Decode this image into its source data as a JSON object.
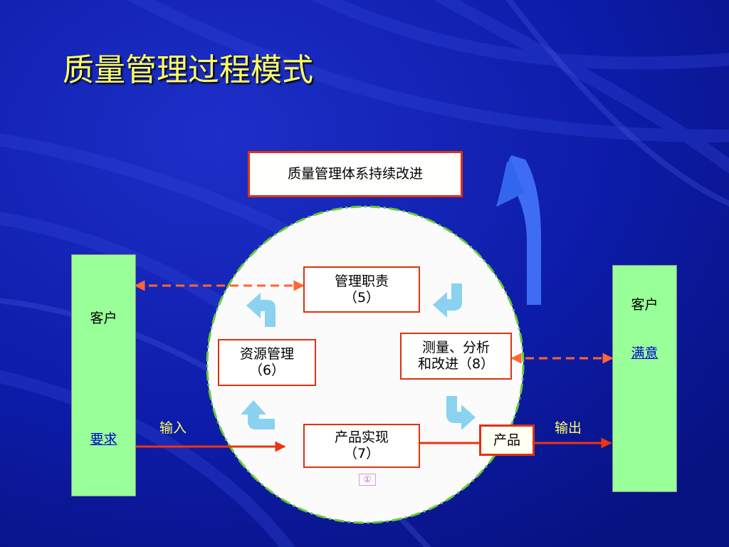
{
  "slide": {
    "title": "质量管理过程模式"
  },
  "diagram": {
    "top_box": "质量管理体系持续改进",
    "processes": {
      "management": {
        "line1": "管理职责",
        "line2": "（5）"
      },
      "resources": {
        "line1": "资源管理",
        "line2": "（6）"
      },
      "measurement": {
        "line1": "测量、分析",
        "line2": "和改进（8）"
      },
      "realization": {
        "line1": "产品实现",
        "line2": "（7）"
      }
    },
    "product": "产品",
    "left_customer": {
      "label": "客户",
      "requirement": "要求"
    },
    "right_customer": {
      "label": "客户",
      "satisfaction": "满意"
    },
    "input_label": "输入",
    "output_label": "输出",
    "corner_mark": "①"
  }
}
